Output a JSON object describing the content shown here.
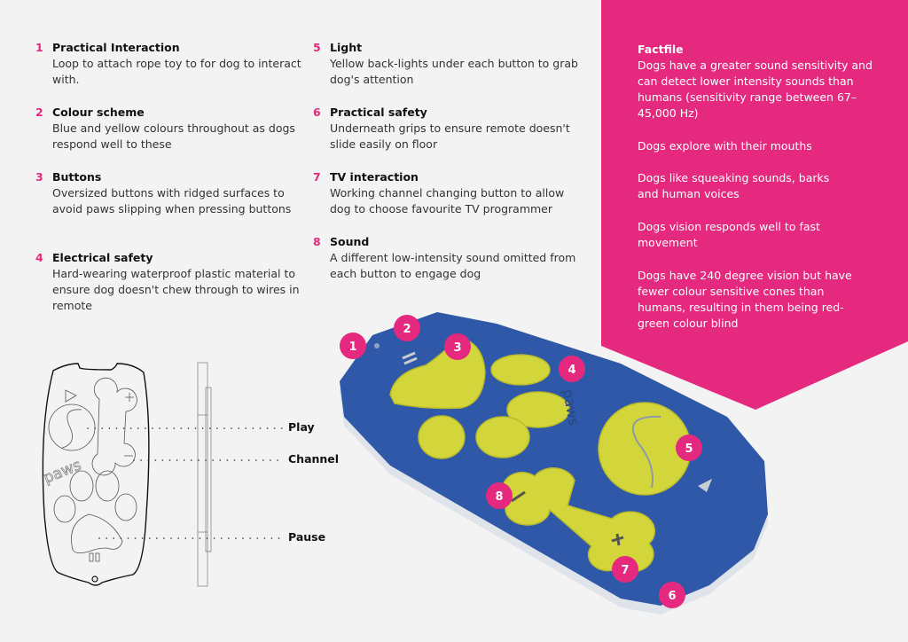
{
  "features": [
    {
      "num": "1",
      "title": "Practical Interaction",
      "desc": "Loop to attach rope toy to for dog to interact with."
    },
    {
      "num": "2",
      "title": "Colour scheme",
      "desc": "Blue and yellow colours throughout as dogs respond well to these"
    },
    {
      "num": "3",
      "title": "Buttons",
      "desc": "Oversized buttons with ridged surfaces to avoid paws slipping when pressing buttons"
    },
    {
      "num": "4",
      "title": "Electrical safety",
      "desc": "Hard-wearing waterproof plastic material to ensure dog doesn't chew through to wires in remote"
    },
    {
      "num": "5",
      "title": "Light",
      "desc": "Yellow back-lights under each button to grab dog's attention"
    },
    {
      "num": "6",
      "title": "Practical safety",
      "desc": "Underneath grips to ensure remote doesn't slide easily on floor"
    },
    {
      "num": "7",
      "title": "TV interaction",
      "desc": "Working channel changing button to allow dog to choose favourite TV programmer"
    },
    {
      "num": "8",
      "title": "Sound",
      "desc": "A different low-intensity sound omitted from each button to engage dog"
    }
  ],
  "factfile": {
    "title": "Factfile",
    "facts": [
      "Dogs have a greater sound sensitivity and can detect lower intensity sounds than humans (sensitivity range between 67–45,000 Hz)",
      "Dogs explore with their mouths",
      "Dogs like squeaking sounds, barks and human voices",
      "Dogs vision responds well to fast movement",
      "Dogs have 240 degree vision but have fewer colour sensitive cones than humans, resulting in them being red-green colour blind"
    ]
  },
  "diagram": {
    "logo": "paws",
    "callouts": [
      "Play",
      "Channel",
      "Pause"
    ]
  },
  "render": {
    "logo": "paws",
    "markers": [
      "1",
      "2",
      "3",
      "4",
      "5",
      "6",
      "7",
      "8"
    ]
  },
  "colors": {
    "accent": "#e5297f",
    "blue": "#2f58a8",
    "yellow": "#d3d63a"
  }
}
